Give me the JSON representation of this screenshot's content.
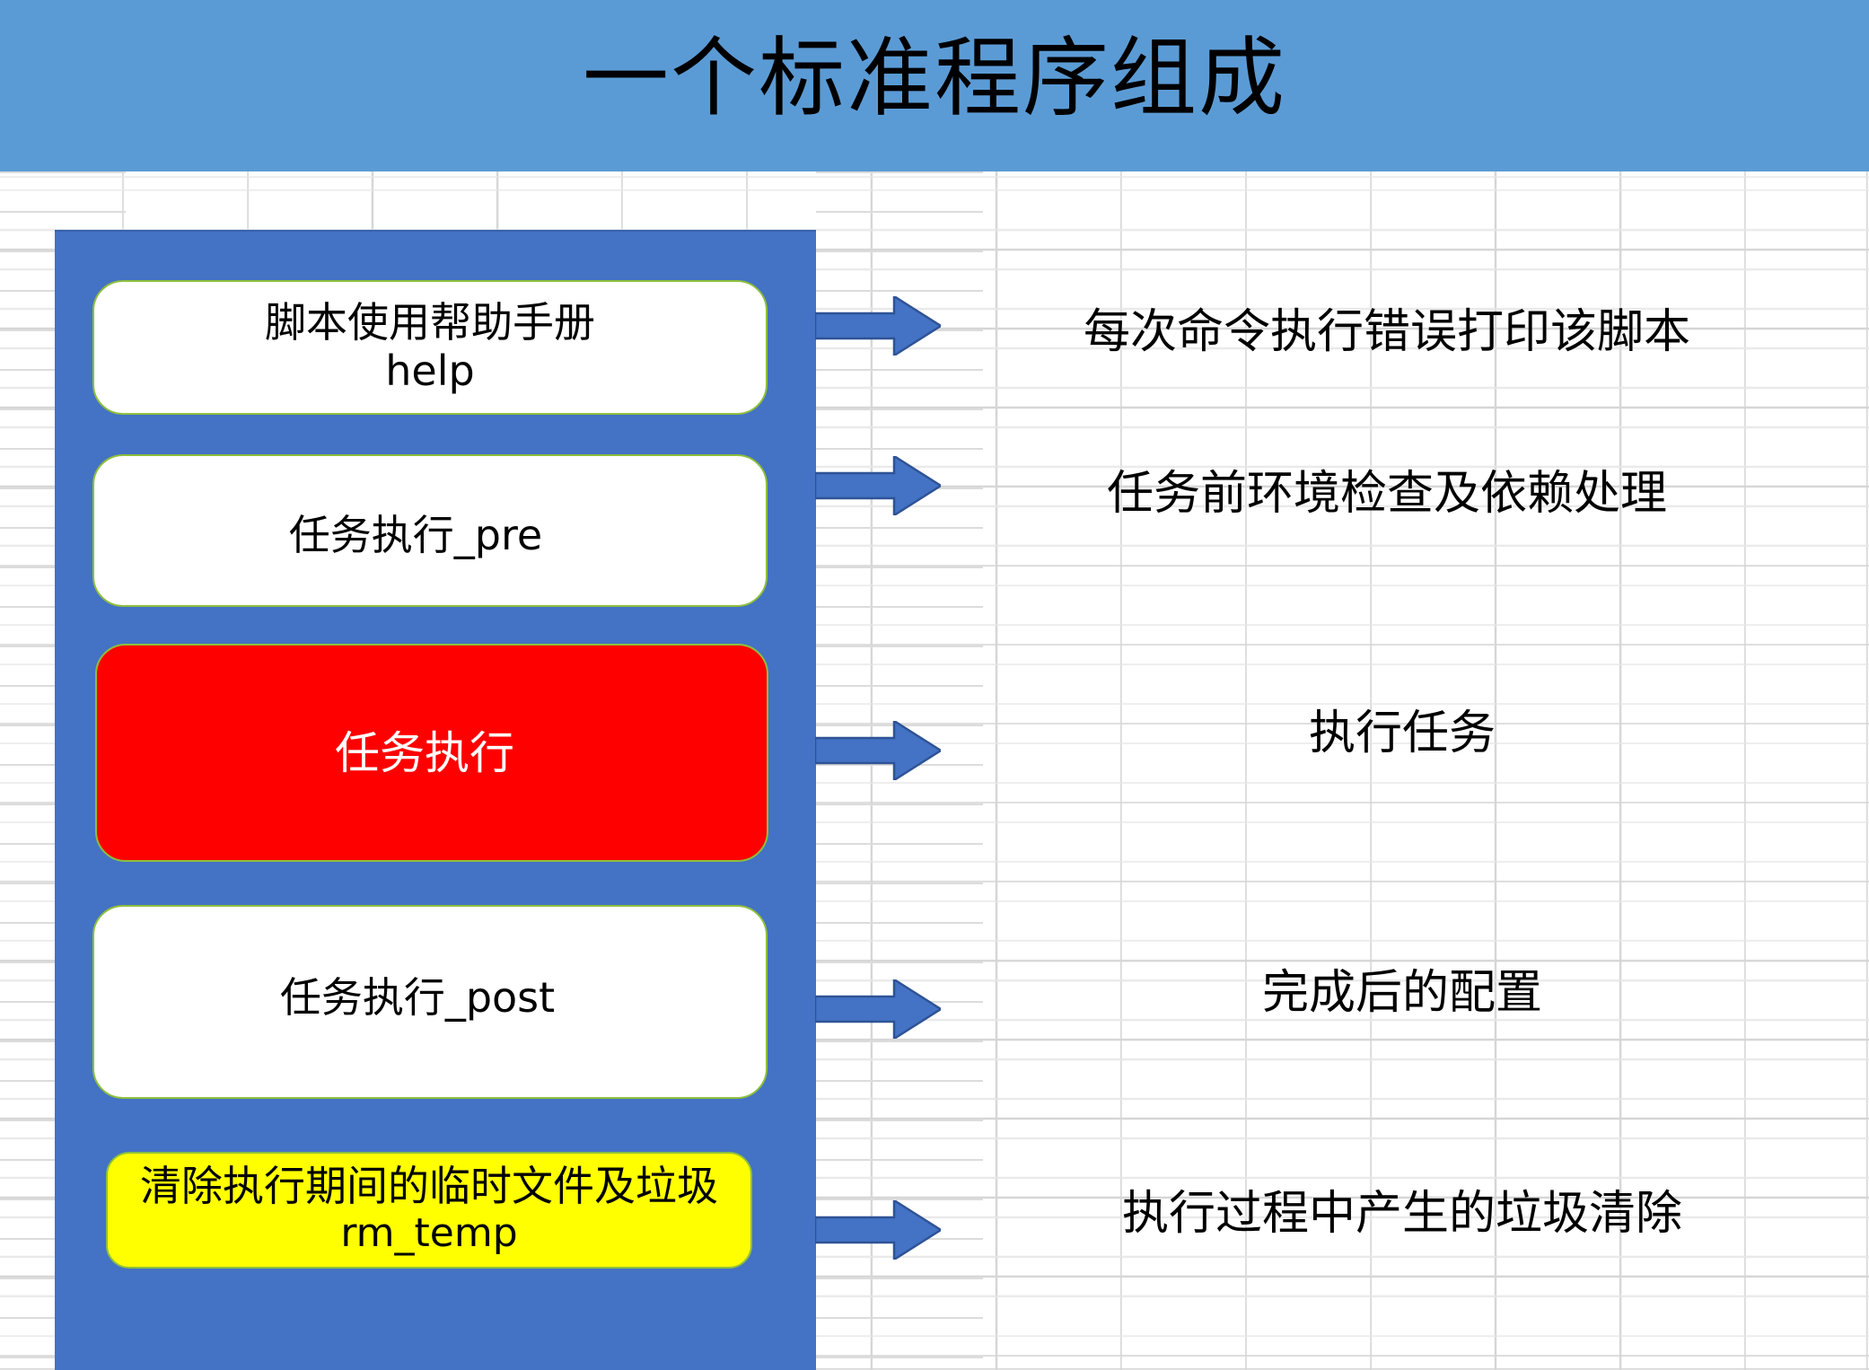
{
  "slide": {
    "title": "一个标准程序组成",
    "banner_color": "#5B9BD5",
    "container_color": "#4472C4",
    "box_border_color": "#8DBF3C",
    "arrow_fill": "#4472C4",
    "arrow_stroke": "#2E5396"
  },
  "stages": [
    {
      "id": "help",
      "line1": "脚本使用帮助手册",
      "line2": "help",
      "fill": "#FFFFFF",
      "text_color": "#000000",
      "annotation": "每次命令执行错误打印该脚本",
      "annotation_style": "serif"
    },
    {
      "id": "task-pre",
      "line1": "任务执行_pre",
      "line2": "",
      "fill": "#FFFFFF",
      "text_color": "#000000",
      "annotation": "任务前环境检查及依赖处理",
      "annotation_style": "sans"
    },
    {
      "id": "task-exec",
      "line1": "任务执行",
      "line2": "",
      "fill": "#FF0000",
      "text_color": "#FFFFFF",
      "annotation": "执行任务",
      "annotation_style": "serif"
    },
    {
      "id": "task-post",
      "line1": "任务执行_post",
      "line2": "",
      "fill": "#FFFFFF",
      "text_color": "#000000",
      "annotation": "完成后的配置",
      "annotation_style": "serif"
    },
    {
      "id": "rm-temp",
      "line1": "清除执行期间的临时文件及垃圾",
      "line2": "rm_temp",
      "fill": "#FFFF00",
      "text_color": "#000000",
      "annotation": "执行过程中产生的垃圾清除",
      "annotation_style": "serif"
    }
  ],
  "arrows": [
    {
      "name": "arrow-to-help"
    },
    {
      "name": "arrow-to-task-pre"
    },
    {
      "name": "arrow-to-task-exec"
    },
    {
      "name": "arrow-to-task-post"
    },
    {
      "name": "arrow-to-rm-temp"
    }
  ]
}
